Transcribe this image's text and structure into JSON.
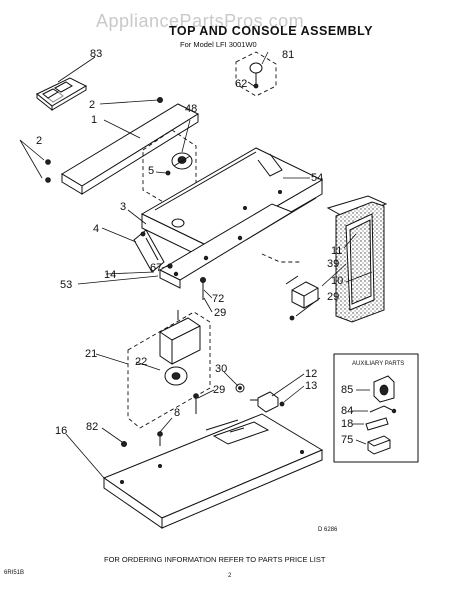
{
  "watermark": "AppliancePartsPros.com",
  "title": "TOP AND CONSOLE ASSEMBLY",
  "subtitle": "For Model LFI 3001W0",
  "callouts": {
    "c83": "83",
    "c81": "81",
    "c62": "62",
    "c2a": "2",
    "c48": "48",
    "c1": "1",
    "c2b": "2",
    "c5": "5",
    "c54": "54",
    "c3": "3",
    "c4": "4",
    "c11": "11",
    "c39": "39",
    "c10": "10",
    "c14": "14",
    "c67": "67",
    "c53": "53",
    "c29a": "29",
    "c72": "72",
    "c29b": "29",
    "c21": "21",
    "c22": "22",
    "c30": "30",
    "c12": "12",
    "c13": "13",
    "c29c": "29",
    "c8": "8",
    "c82": "82",
    "c16": "16"
  },
  "auxiliary": {
    "heading": "AUXILIARY PARTS",
    "items": [
      "85",
      "84",
      "18",
      "75"
    ]
  },
  "drawing_code": "D 6286",
  "footer": "FOR ORDERING INFORMATION REFER TO PARTS PRICE LIST",
  "page_code": "6RI51B",
  "page_number": "2"
}
